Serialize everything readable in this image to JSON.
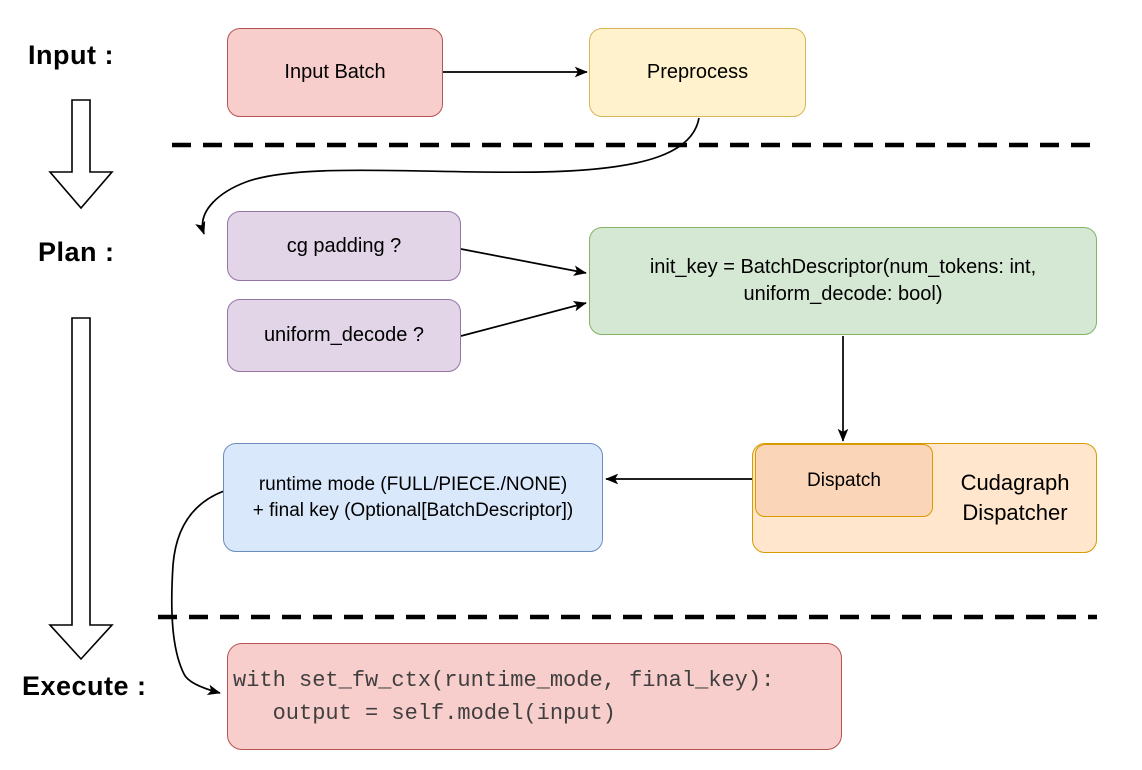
{
  "colors": {
    "red_fill": "#f8cecc",
    "red_stroke": "#b85450",
    "yellow_fill": "#fff2cc",
    "yellow_stroke": "#d6b656",
    "purple_fill": "#e1d5e7",
    "purple_stroke": "#9673a6",
    "green_fill": "#d5e8d4",
    "green_stroke": "#82b366",
    "blue_fill": "#dae8fc",
    "blue_stroke": "#6c8ebf",
    "orange_fill": "#ffe6cc",
    "orange_inner_fill": "#fbd5b8",
    "orange_stroke": "#d79b00",
    "line_color": "#000000"
  },
  "stage_labels": {
    "input": "Input :",
    "plan": "Plan :",
    "execute": "Execute :"
  },
  "nodes": {
    "input_batch": {
      "label": "Input Batch"
    },
    "preprocess": {
      "label": "Preprocess"
    },
    "cg_padding": {
      "label": "cg padding ?"
    },
    "uniform_decode": {
      "label": "uniform_decode ?"
    },
    "init_key": {
      "lines": [
        "init_key = BatchDescriptor(num_tokens: int,",
        "uniform_decode: bool)"
      ]
    },
    "runtime": {
      "lines": [
        "runtime mode (FULL/PIECE./NONE)",
        "+ final key (Optional[BatchDescriptor])"
      ]
    },
    "dispatch": {
      "label": "Dispatch"
    },
    "cudagraph_dispatcher": {
      "lines": [
        "Cudagraph",
        "Dispatcher"
      ]
    },
    "execute_code": {
      "lines": [
        "with set_fw_ctx(runtime_mode, final_key):",
        "   output = self.model(input)"
      ]
    }
  }
}
